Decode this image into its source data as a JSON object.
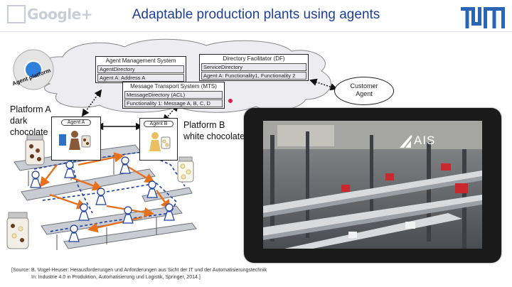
{
  "header": {
    "title": "Adaptable production plants using agents",
    "gplus_logo_text": "Google+"
  },
  "diagram": {
    "agent_platform_label": "Agent platform",
    "ams": {
      "title": "Agent Management System",
      "rows": [
        "AgentDirectory",
        "Agent A: Address A"
      ]
    },
    "df": {
      "title": "Directory Facilitator (DF)",
      "rows": [
        "ServiceDirectory",
        "Agent A: Functionality1, Functionality 2"
      ]
    },
    "mts": {
      "title": "Message Transport System (MTS)",
      "rows": [
        "MessageDirectory (ACL)",
        "Functionality 1: Message A, B, C, D"
      ]
    },
    "customer_agent": [
      "Customer",
      "Agent"
    ],
    "platform_a": [
      "Platform A",
      "dark",
      "chocolate"
    ],
    "platform_b": [
      "Platform B",
      "white chocolate"
    ],
    "agent_a": "Agent A",
    "agent_b": "Agent B"
  },
  "photo": {
    "overlay_text": "AIS"
  },
  "source": {
    "line1": "[Source: B. Vogel-Heuser: Herausforderungen und Anforderungen aus Sicht der IT und der Automatisierungstechnik",
    "line2": "In: Industrie 4.0 in Produktion, Automatisierung und Logistik, Springer, 2014.]"
  },
  "colors": {
    "title": "#1f3f8f",
    "tum_blue": "#2a64b4",
    "orange_arrow": "#e8701a",
    "blue_dashed": "#1c3f9e",
    "red_pointer": "#d8204a"
  }
}
